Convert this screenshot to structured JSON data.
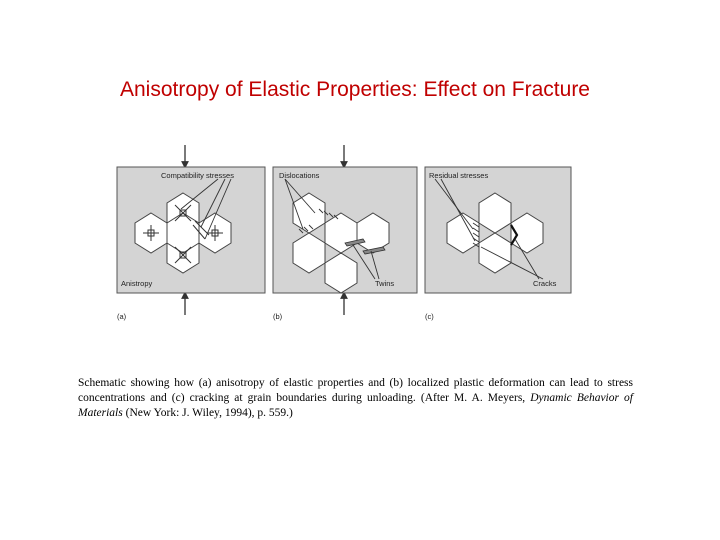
{
  "title": "Anisotropy of Elastic Properties: Effect on Fracture",
  "panels": [
    {
      "letter": "(a)",
      "labels": {
        "top": "Compatibility stresses",
        "bottom": "Anistropy"
      }
    },
    {
      "letter": "(b)",
      "labels": {
        "top": "Dislocations",
        "bottom": "Twins"
      }
    },
    {
      "letter": "(c)",
      "labels": {
        "top": "Residual stresses",
        "bottom": "Cracks"
      }
    }
  ],
  "caption": {
    "part1": "Schematic showing how (a) anisotropy of elastic properties and (b) localized plastic deformation can lead to stress concentrations and (c) cracking at grain boundaries during unloading. (After M. A. Meyers, ",
    "italic": "Dynamic Behavior of Materials",
    "part2": " (New York: J. Wiley, 1994), p. 559.)"
  },
  "colors": {
    "title": "#c00000",
    "panel_fill": "#d4d4d4",
    "line": "#333333"
  }
}
